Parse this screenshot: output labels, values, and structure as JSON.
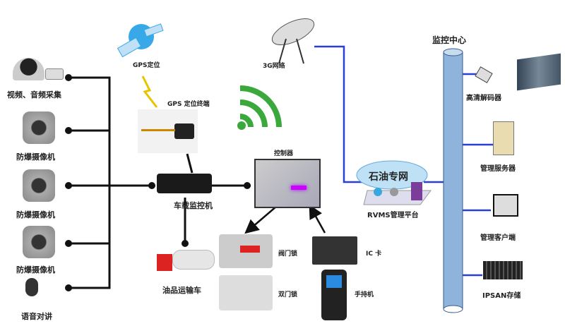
{
  "left_devices": [
    {
      "label": "视频、音频采集",
      "icon": "dome-camera-icon"
    },
    {
      "label": "防爆摄像机",
      "icon": "explosion-proof-camera-icon"
    },
    {
      "label": "防爆摄像机",
      "icon": "explosion-proof-camera-icon"
    },
    {
      "label": "防爆摄像机",
      "icon": "explosion-proof-camera-icon"
    },
    {
      "label": "语音对讲",
      "icon": "microphone-icon"
    }
  ],
  "gps": {
    "label": "GPS定位",
    "terminal_label": "GPS 定位终端"
  },
  "network": {
    "label": "3G网络"
  },
  "vehicle": {
    "dvr_label": "车载监控机",
    "truck_label": "油品运输车"
  },
  "controller": {
    "label": "控制器"
  },
  "locks": {
    "valve": "阀门锁",
    "door": "双门锁",
    "ic_card": "IC 卡",
    "handheld": "手持机"
  },
  "platform": {
    "cloud_label": "石油专网",
    "label": "RVMS管理平台"
  },
  "center": {
    "title": "监控中心",
    "items": [
      "高清解码器",
      "管理服务器",
      "管理客户端",
      "IPSAN存储"
    ]
  },
  "colors": {
    "link_blue": "#2a3fd6",
    "pipe": "#8fb4dc",
    "wifi": "#3aa83a"
  }
}
